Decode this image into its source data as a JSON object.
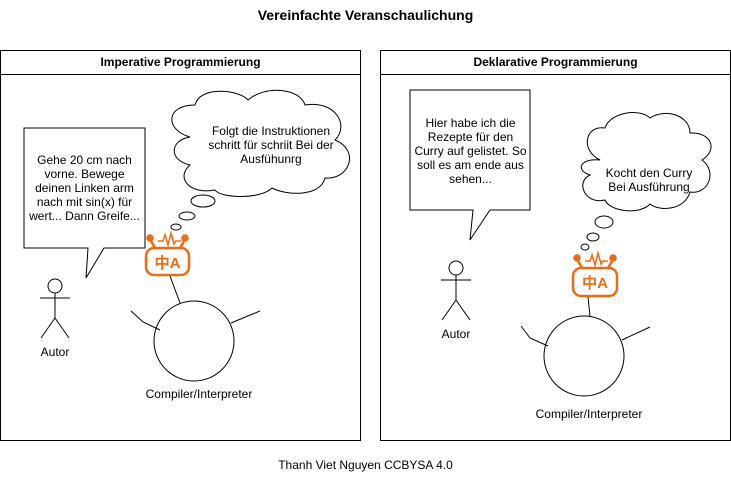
{
  "title": "Vereinfachte Veranschaulichung",
  "left_panel": {
    "header": "Imperative Programmierung",
    "speech_text": "Gehe 20 cm nach vorne. Bewege deinen Linken arm nach mit sin(x) für wert... Dann Greife...",
    "thought_text": "Folgt  die Instruktionen schritt für schriit Bei der Ausfühunrg",
    "actor_label": "Autor",
    "machine_label": "Compiler/Interpreter",
    "icon_text": "中A"
  },
  "right_panel": {
    "header": "Deklarative Programmierung",
    "speech_text": "Hier habe ich die Rezepte für den Curry auf gelistet. So soll es am ende aus sehen...",
    "thought_text": "Kocht den Curry Bei Ausführung",
    "actor_label": "Autor",
    "machine_label": "Compiler/Interpreter",
    "icon_text": "中A"
  },
  "footer": "Thanh Viet Nguyen CCBYSA 4.0",
  "colors": {
    "robot": "#f06a10",
    "stroke": "#000000"
  }
}
